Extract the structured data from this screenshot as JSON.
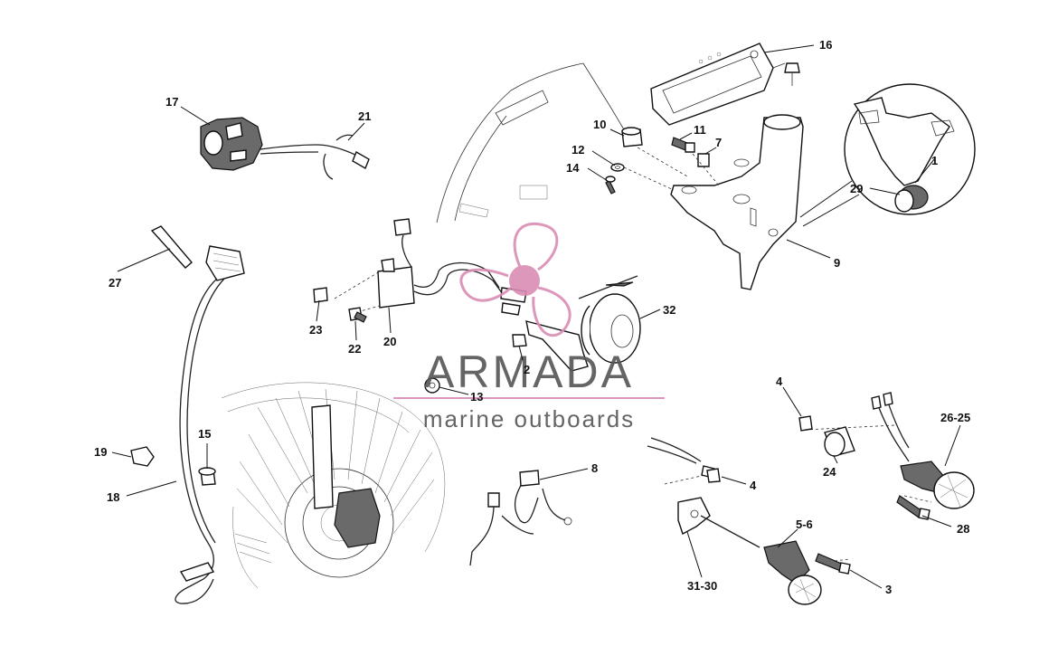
{
  "callouts": {
    "c1": "1",
    "c2": "2",
    "c3": "3",
    "c4a": "4",
    "c4b": "4",
    "c56": "5-6",
    "c7": "7",
    "c8": "8",
    "c9": "9",
    "c10": "10",
    "c11": "11",
    "c12": "12",
    "c13": "13",
    "c14": "14",
    "c15": "15",
    "c16": "16",
    "c17": "17",
    "c18": "18",
    "c19": "19",
    "c20": "20",
    "c21": "21",
    "c22": "22",
    "c23": "23",
    "c24": "24",
    "c2625": "26-25",
    "c27": "27",
    "c28": "28",
    "c29": "29",
    "c3130": "31-30",
    "c32": "32"
  },
  "watermark": {
    "brand": "ARMADA",
    "tagline": "marine outboards",
    "brand_color": "#d98cb3",
    "text_color": "#555555"
  }
}
